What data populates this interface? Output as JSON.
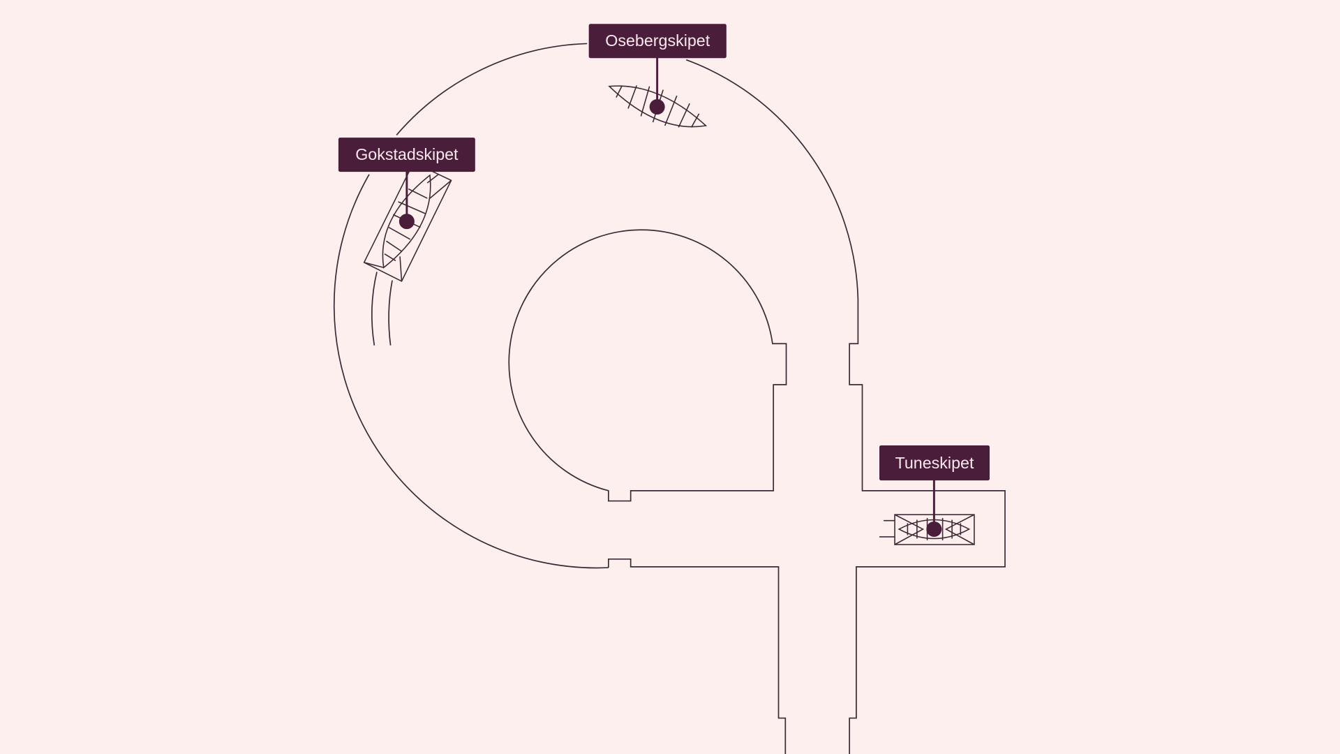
{
  "map": {
    "colors": {
      "background": "#fdefee",
      "label": "#4a1d3a",
      "label_text": "#fbe9ee",
      "walls": "#3d2a36"
    },
    "markers": [
      {
        "name": "Osebergskipet"
      },
      {
        "name": "Gokstadskipet"
      },
      {
        "name": "Tuneskipet"
      }
    ]
  }
}
